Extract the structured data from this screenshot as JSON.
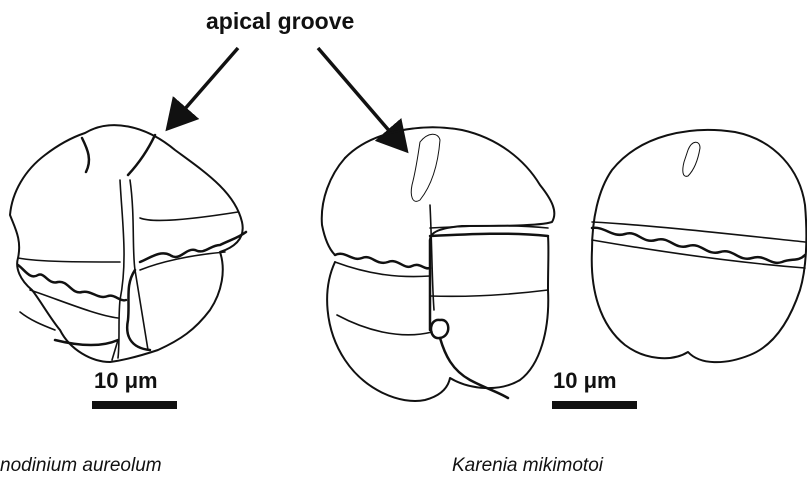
{
  "title": "apical groove",
  "scale_bars": [
    {
      "label": "10 μm"
    },
    {
      "label": "10 μm"
    }
  ],
  "species": [
    {
      "name": "nodinium aureolum"
    },
    {
      "name": "Karenia mikimotoi"
    }
  ],
  "colors": {
    "line": "#111111",
    "background": "#ffffff"
  }
}
